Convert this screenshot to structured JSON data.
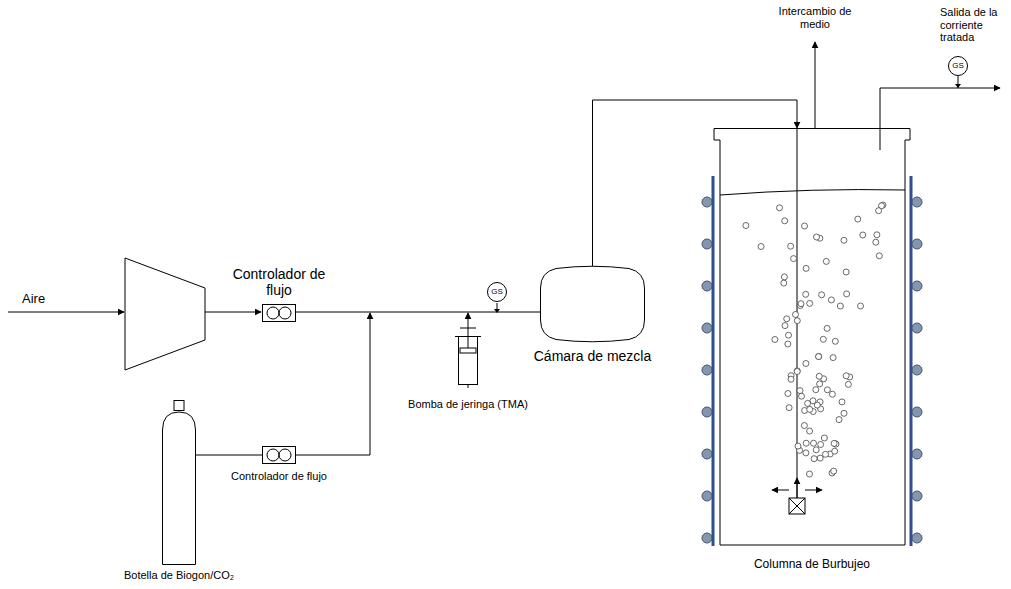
{
  "diagram": {
    "nodes": [
      {
        "text": [
          "Controlador de flujo"
        ]
      },
      {
        "text": [
          "GS"
        ]
      },
      {
        "text": [
          "Cámara de mezcla"
        ]
      },
      {
        "text": [
          "GS"
        ]
      },
      {
        "text": [
          "Columna de Burbujeo"
        ]
      },
      {
        "text": [
          "Bomba de jeringa (TMA)"
        ]
      },
      {
        "text": [
          "Controlador de flujo"
        ]
      },
      {
        "text": [
          "Botella de Biogon/CO₂"
        ]
      }
    ],
    "edges": [
      {
        "from": 0,
        "to": 2,
        "arrow": "none"
      },
      {
        "from": 7,
        "to": 6,
        "arrow": "none"
      },
      {
        "from": 6,
        "to": 2,
        "arrow": "to"
      },
      {
        "from": 5,
        "to": 2,
        "arrow": "to"
      },
      {
        "from": 2,
        "to": 4,
        "arrow": "to"
      }
    ],
    "labels": [
      "Aire",
      "Intercambio de medio",
      "Salida de la corriente tratada"
    ]
  }
}
